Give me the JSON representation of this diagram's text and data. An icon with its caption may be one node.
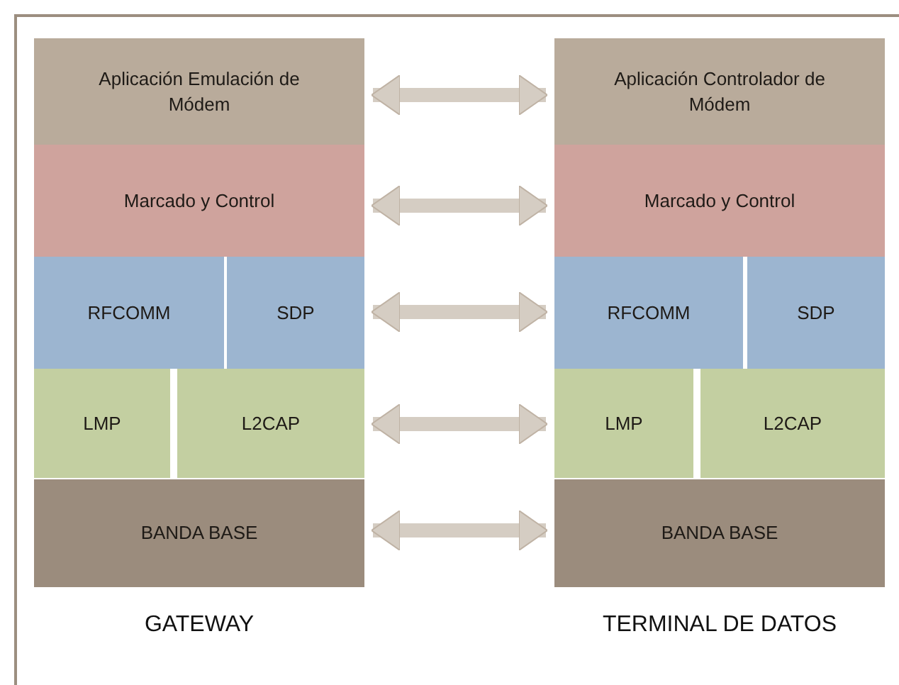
{
  "diagram": {
    "nodes": [
      {
        "text": [
          "Aplicación Emulación de Módem"
        ]
      },
      {
        "text": [
          "Aplicación Controlador de Módem"
        ]
      },
      {
        "text": [
          "Marcado y Control"
        ]
      },
      {
        "text": [
          "Marcado y Control"
        ]
      },
      {
        "text": [
          "RFCOMM"
        ]
      },
      {
        "text": [
          "SDP"
        ]
      },
      {
        "text": [
          "RFCOMM"
        ]
      },
      {
        "text": [
          "SDP"
        ]
      },
      {
        "text": [
          "LMP"
        ]
      },
      {
        "text": [
          "L2CAP"
        ]
      },
      {
        "text": [
          "LMP"
        ]
      },
      {
        "text": [
          "L2CAP"
        ]
      },
      {
        "text": [
          "BANDA BASE"
        ]
      },
      {
        "text": [
          "BANDA BASE"
        ]
      }
    ],
    "edges": [
      {
        "from": 0,
        "to": 1,
        "arrow": "both"
      },
      {
        "from": 2,
        "to": 3,
        "arrow": "both"
      },
      {
        "from": 5,
        "to": 6,
        "arrow": "both"
      },
      {
        "from": 9,
        "to": 10,
        "arrow": "both"
      },
      {
        "from": 12,
        "to": 13,
        "arrow": "both"
      }
    ],
    "labels": [
      "GATEWAY",
      "TERMINAL DE DATOS"
    ]
  }
}
